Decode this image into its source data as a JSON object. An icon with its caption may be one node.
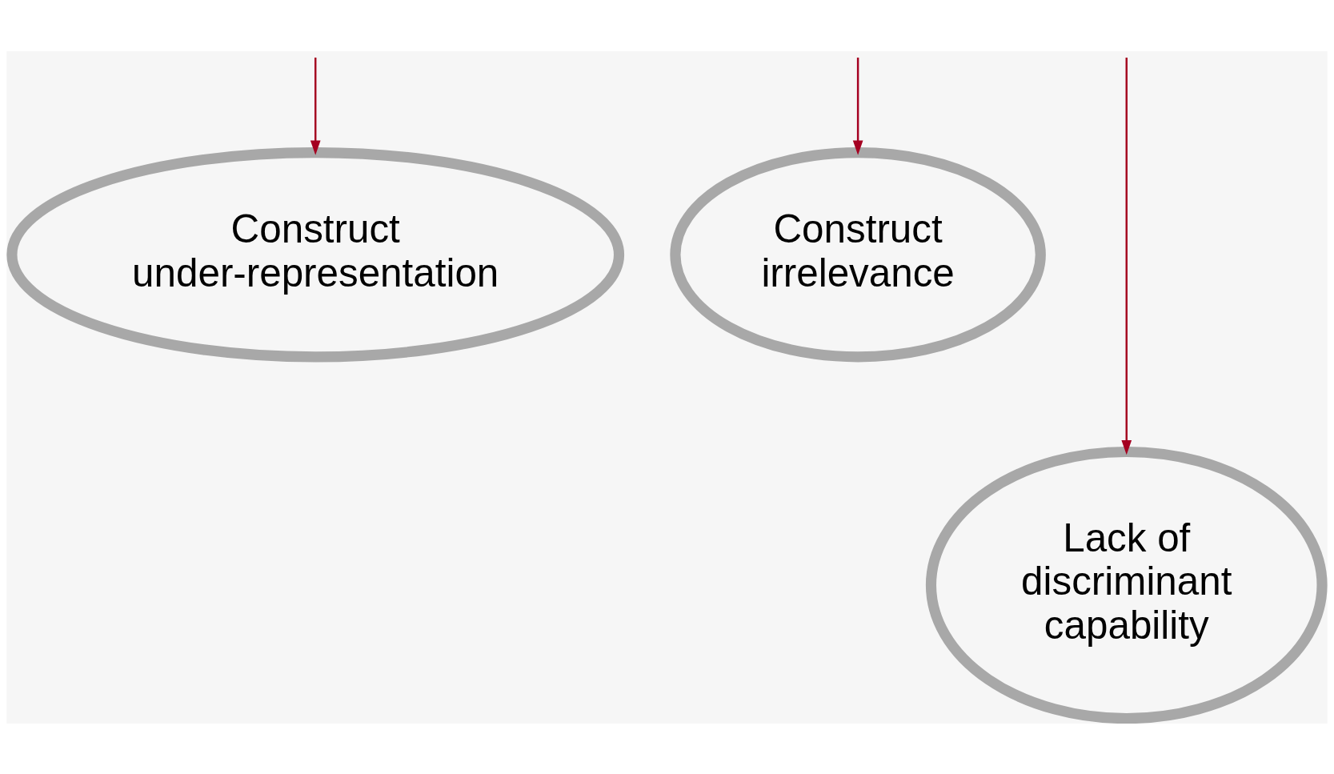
{
  "diagram": {
    "nodes": [
      {
        "text": [
          "Construct under-representation"
        ]
      },
      {
        "text": [
          "Construct irrelevance"
        ]
      },
      {
        "text": [
          "Lack of discriminant capability"
        ]
      }
    ],
    "edges": [
      {
        "from": null,
        "to": 0,
        "arrow": "to"
      },
      {
        "from": null,
        "to": 2,
        "arrow": "to"
      },
      {
        "from": null,
        "to": 1,
        "arrow": "to"
      }
    ]
  }
}
